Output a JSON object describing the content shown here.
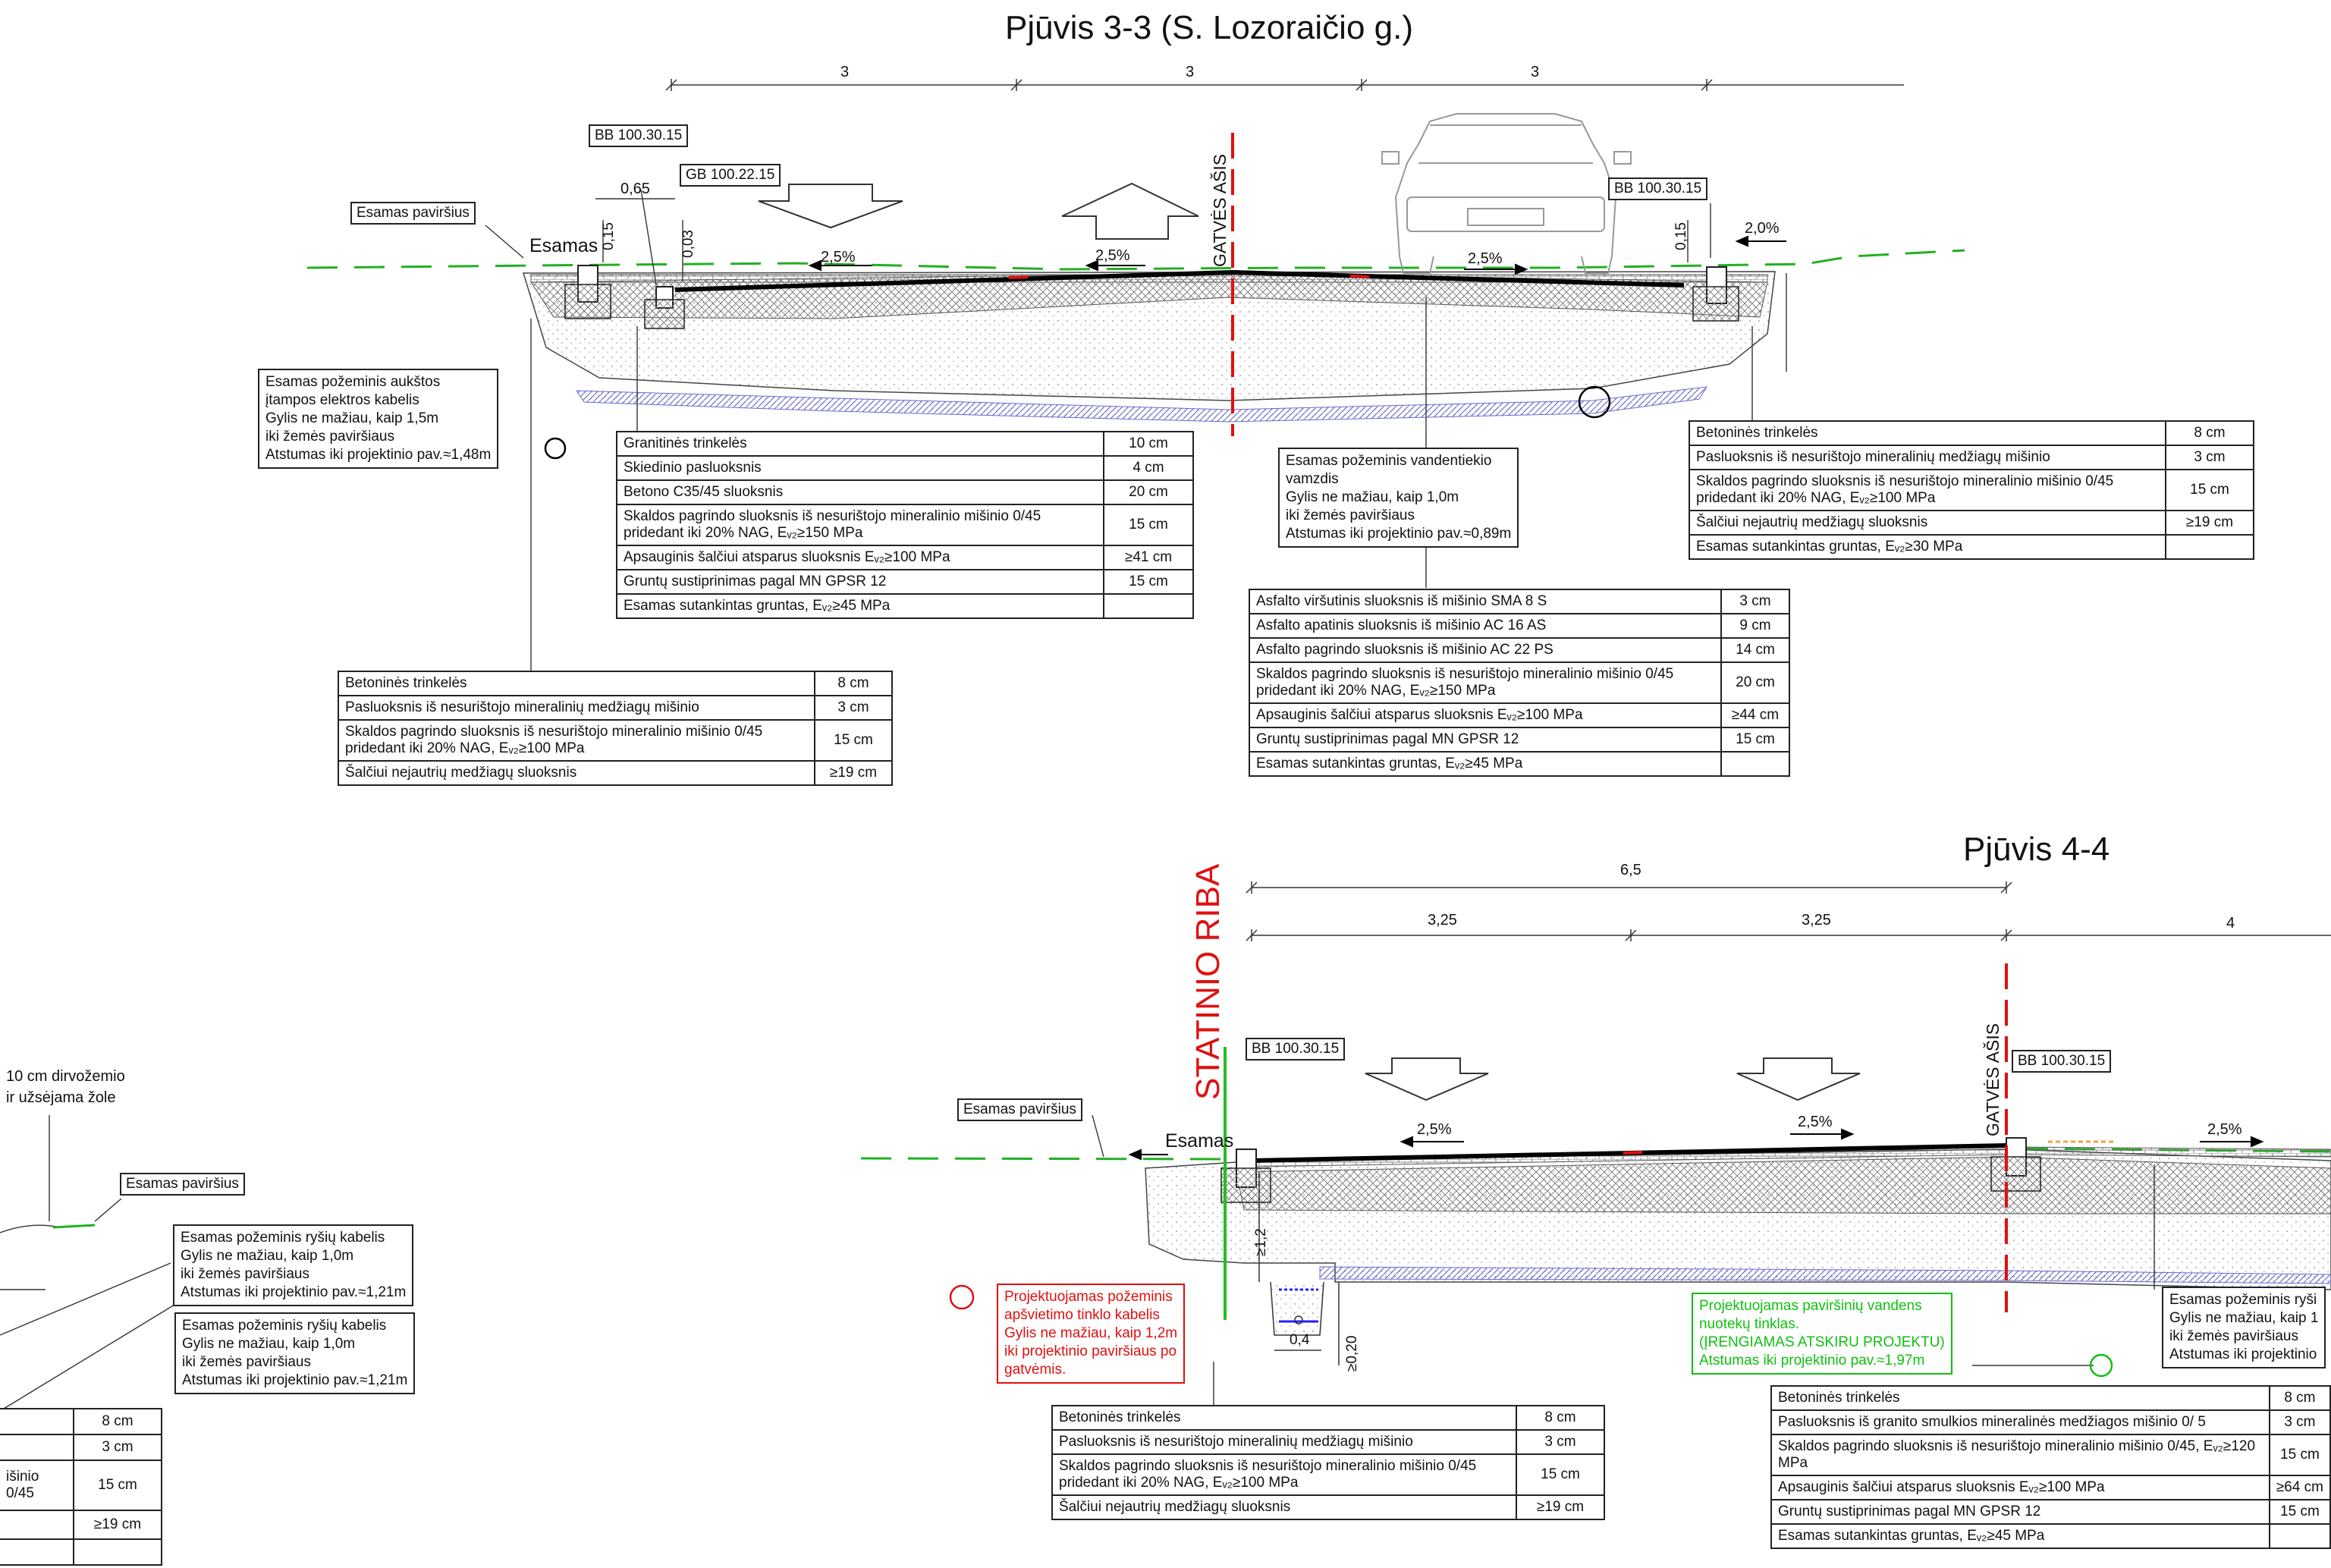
{
  "section_3_3": {
    "title": "Pjūvis 3-3 (S. Lozoraičio g.)",
    "dims": [
      "3",
      "3",
      "3"
    ],
    "labels": {
      "bb_left": "BB 100.30.15",
      "gb": "GB 100.22.15",
      "bb_right": "BB 100.30.15",
      "esamas_pavirsius": "Esamas paviršius",
      "esamas": "Esamas",
      "axis": "GATVĖS AŠIS"
    },
    "small_dims": {
      "w065": "0,65",
      "h015_left": "0,15",
      "h003": "0,03",
      "h015_right": "0,15"
    },
    "slopes": [
      "2,5%",
      "2,5%",
      "2,5%",
      "2,0%"
    ],
    "notes": {
      "cable": [
        "Esamas požeminis aukštos",
        "įtampos elektros kabelis",
        "Gylis ne mažiau, kaip 1,5m",
        "iki žemės paviršiaus",
        "Atstumas iki projektinio pav.≈1,48m"
      ],
      "water": [
        "Esamas požeminis vandentiekio",
        "vamzdis",
        "Gylis ne mažiau, kaip 1,0m",
        "iki žemės paviršiaus",
        "Atstumas iki projektinio pav.≈0,89m"
      ]
    },
    "tables": {
      "granite": [
        [
          "Granitinės trinkelės",
          "10 cm"
        ],
        [
          "Skiedinio pasluoksnis",
          "4 cm"
        ],
        [
          "Betono C35/45 sluoksnis",
          "20 cm"
        ],
        [
          "Skaldos pagrindo sluoksnis iš nesurištojo mineralinio mišinio 0/45 pridedant iki 20% NAG, Eᵥ₂≥150 MPa",
          "15 cm"
        ],
        [
          "Apsauginis šalčiui atsparus sluoksnis Eᵥ₂≥100 MPa",
          "≥41 cm"
        ],
        [
          "Gruntų sustiprinimas pagal MN GPSR 12",
          "15 cm"
        ],
        [
          "Esamas sutankintas gruntas, Eᵥ₂≥45 MPa",
          ""
        ]
      ],
      "pavers_left": [
        [
          "Betoninės trinkelės",
          "8 cm"
        ],
        [
          "Pasluoksnis iš nesurištojo mineralinių medžiagų mišinio",
          "3 cm"
        ],
        [
          "Skaldos pagrindo sluoksnis iš nesurištojo mineralinio mišinio 0/45 pridedant iki 20% NAG, Eᵥ₂≥100 MPa",
          "15 cm"
        ],
        [
          "Šalčiui nejautrių medžiagų sluoksnis",
          "≥19 cm"
        ]
      ],
      "asphalt": [
        [
          "Asfalto viršutinis sluoksnis iš mišinio SMA 8 S",
          "3 cm"
        ],
        [
          "Asfalto apatinis sluoksnis iš mišinio AC 16 AS",
          "9 cm"
        ],
        [
          "Asfalto pagrindo sluoksnis iš mišinio AC 22 PS",
          "14 cm"
        ],
        [
          "Skaldos pagrindo sluoksnis iš nesurištojo mineralinio mišinio 0/45 pridedant iki 20% NAG, Eᵥ₂≥150 MPa",
          "20 cm"
        ],
        [
          "Apsauginis šalčiui atsparus sluoksnis Eᵥ₂≥100 MPa",
          "≥44 cm"
        ],
        [
          "Gruntų sustiprinimas pagal MN GPSR 12",
          "15 cm"
        ],
        [
          "Esamas sutankintas gruntas, Eᵥ₂≥45 MPa",
          ""
        ]
      ],
      "pavers_right": [
        [
          "Betoninės trinkelės",
          "8 cm"
        ],
        [
          "Pasluoksnis iš nesurištojo mineralinių medžiagų mišinio",
          "3 cm"
        ],
        [
          "Skaldos pagrindo sluoksnis iš nesurištojo mineralinio mišinio 0/45 pridedant iki 20% NAG, Eᵥ₂≥100 MPa",
          "15 cm"
        ],
        [
          "Šalčiui nejautrių medžiagų sluoksnis",
          "≥19 cm"
        ],
        [
          "Esamas sutankintas gruntas, Eᵥ₂≥30 MPa",
          ""
        ]
      ]
    }
  },
  "section_4_4": {
    "title": "Pjūvis 4-4",
    "boundary": "STATINIO RIBA",
    "dims": {
      "total": "6,5",
      "half_left": "3,25",
      "half_right": "3,25",
      "right": "4"
    },
    "labels": {
      "bb_left": "BB 100.30.15",
      "bb_right": "BB 100.30.15",
      "esamas_pavirsius": "Esamas paviršius",
      "esamas": "Esamas",
      "axis": "GATVĖS AŠIS"
    },
    "small_dims": {
      "depth": "≥1,2",
      "width": "0,4",
      "bottom": "≥0,20"
    },
    "slopes": [
      "2,5%",
      "2,5%",
      "2,5%"
    ],
    "notes": {
      "lighting": [
        "Projektuojamas požeminis",
        "apšvietimo tinklo kabelis",
        "Gylis ne mažiau, kaip 1,2m",
        "iki projektinio paviršiaus po",
        "gatvėmis."
      ],
      "drainage": [
        "Projektuojamas paviršinių vandens",
        "nuotekų tinklas.",
        "(ĮRENGIAMAS ATSKIRU PROJEKTU)",
        "Atstumas iki projektinio pav.≈1,97m"
      ],
      "right_cut": [
        "Esamas požeminis ryši",
        "Gylis ne mažiau, kaip 1",
        "iki žemės paviršiaus",
        "Atstumas iki projektinio"
      ]
    },
    "tables": {
      "pavers": [
        [
          "Betoninės trinkelės",
          "8 cm"
        ],
        [
          "Pasluoksnis iš nesurištojo mineralinių medžiagų mišinio",
          "3 cm"
        ],
        [
          "Skaldos pagrindo sluoksnis iš nesurištojo mineralinio mišinio 0/45 pridedant iki 20% NAG, Eᵥ₂≥100 MPa",
          "15 cm"
        ],
        [
          "Šalčiui nejautrių medžiagų sluoksnis",
          "≥19 cm"
        ]
      ],
      "granite_fine": [
        [
          "Betoninės trinkelės",
          "8 cm"
        ],
        [
          "Pasluoksnis iš granito smulkios mineralinės medžiagos mišinio 0/ 5",
          "3 cm"
        ],
        [
          "Skaldos pagrindo sluoksnis iš nesurištojo mineralinio mišinio 0/45, Eᵥ₂≥120 MPa",
          "15 cm"
        ],
        [
          "Apsauginis šalčiui atsparus sluoksnis Eᵥ₂≥100 MPa",
          "≥64 cm"
        ],
        [
          "Gruntų sustiprinimas pagal MN GPSR 12",
          "15 cm"
        ],
        [
          "Esamas sutankintas gruntas, Eᵥ₂≥45 MPa",
          ""
        ]
      ]
    }
  },
  "left_partial": {
    "top_note": [
      "10 cm dirvožemio",
      "ir užsėjama žole"
    ],
    "esamas_pavirsius": "Esamas paviršius",
    "notes": {
      "comm1": [
        "Esamas požeminis ryšių kabelis",
        "Gylis ne mažiau, kaip 1,0m",
        "iki žemės paviršiaus",
        "Atstumas iki projektinio pav.≈1,21m"
      ],
      "comm2": [
        "Esamas požeminis ryšių kabelis",
        "Gylis ne mažiau, kaip 1,0m",
        "iki žemės paviršiaus",
        "Atstumas iki projektinio pav.≈1,21m"
      ]
    },
    "table": [
      [
        "",
        "8 cm"
      ],
      [
        "",
        "3 cm"
      ],
      [
        "išinio 0/45",
        "15 cm"
      ],
      [
        "",
        "≥19 cm"
      ],
      [
        "",
        ""
      ]
    ]
  },
  "colors": {
    "existing_surface": "#22b022",
    "axis": "#e01010",
    "design_note": "#e01010",
    "drainage_note": "#10c010",
    "subbase_hatch": "#6a6ad0"
  }
}
